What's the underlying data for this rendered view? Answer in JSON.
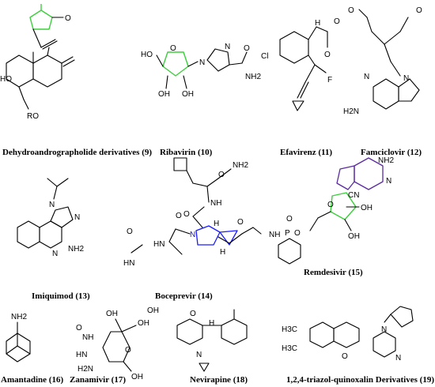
{
  "figure": {
    "compounds": [
      {
        "id": "9",
        "label": "Dehydroandrographolide derivatives (9)"
      },
      {
        "id": "10",
        "label": "Ribavirin (10)"
      },
      {
        "id": "11",
        "label": "Efavirenz (11)"
      },
      {
        "id": "12",
        "label": "Famciclovir (12)"
      },
      {
        "id": "13",
        "label": "Imiquimod (13)"
      },
      {
        "id": "14",
        "label": "Boceprevir (14)"
      },
      {
        "id": "15",
        "label": "Remdesivir (15)"
      },
      {
        "id": "16",
        "label": "Amantadine (16)"
      },
      {
        "id": "17",
        "label": "Zanamivir (17)"
      },
      {
        "id": "18",
        "label": "Nevirapine (18)"
      },
      {
        "id": "19",
        "label": "1,2,4-triazol-quinoxalin Derivatives (19)"
      }
    ],
    "atoms": {
      "o": "O",
      "ho": "HO",
      "oh": "OH",
      "ro": "RO",
      "n": "N",
      "nh": "NH",
      "hn": "HN",
      "nh2": "NH2",
      "h2n": "H2N",
      "cl": "Cl",
      "cf3": "F",
      "cn": "CN",
      "h": "H",
      "p": "P",
      "ch3": "H3C"
    },
    "colors": {
      "green": "#3ccf3c",
      "blue": "#1c1cff",
      "purple": "#5a2aa0"
    }
  }
}
